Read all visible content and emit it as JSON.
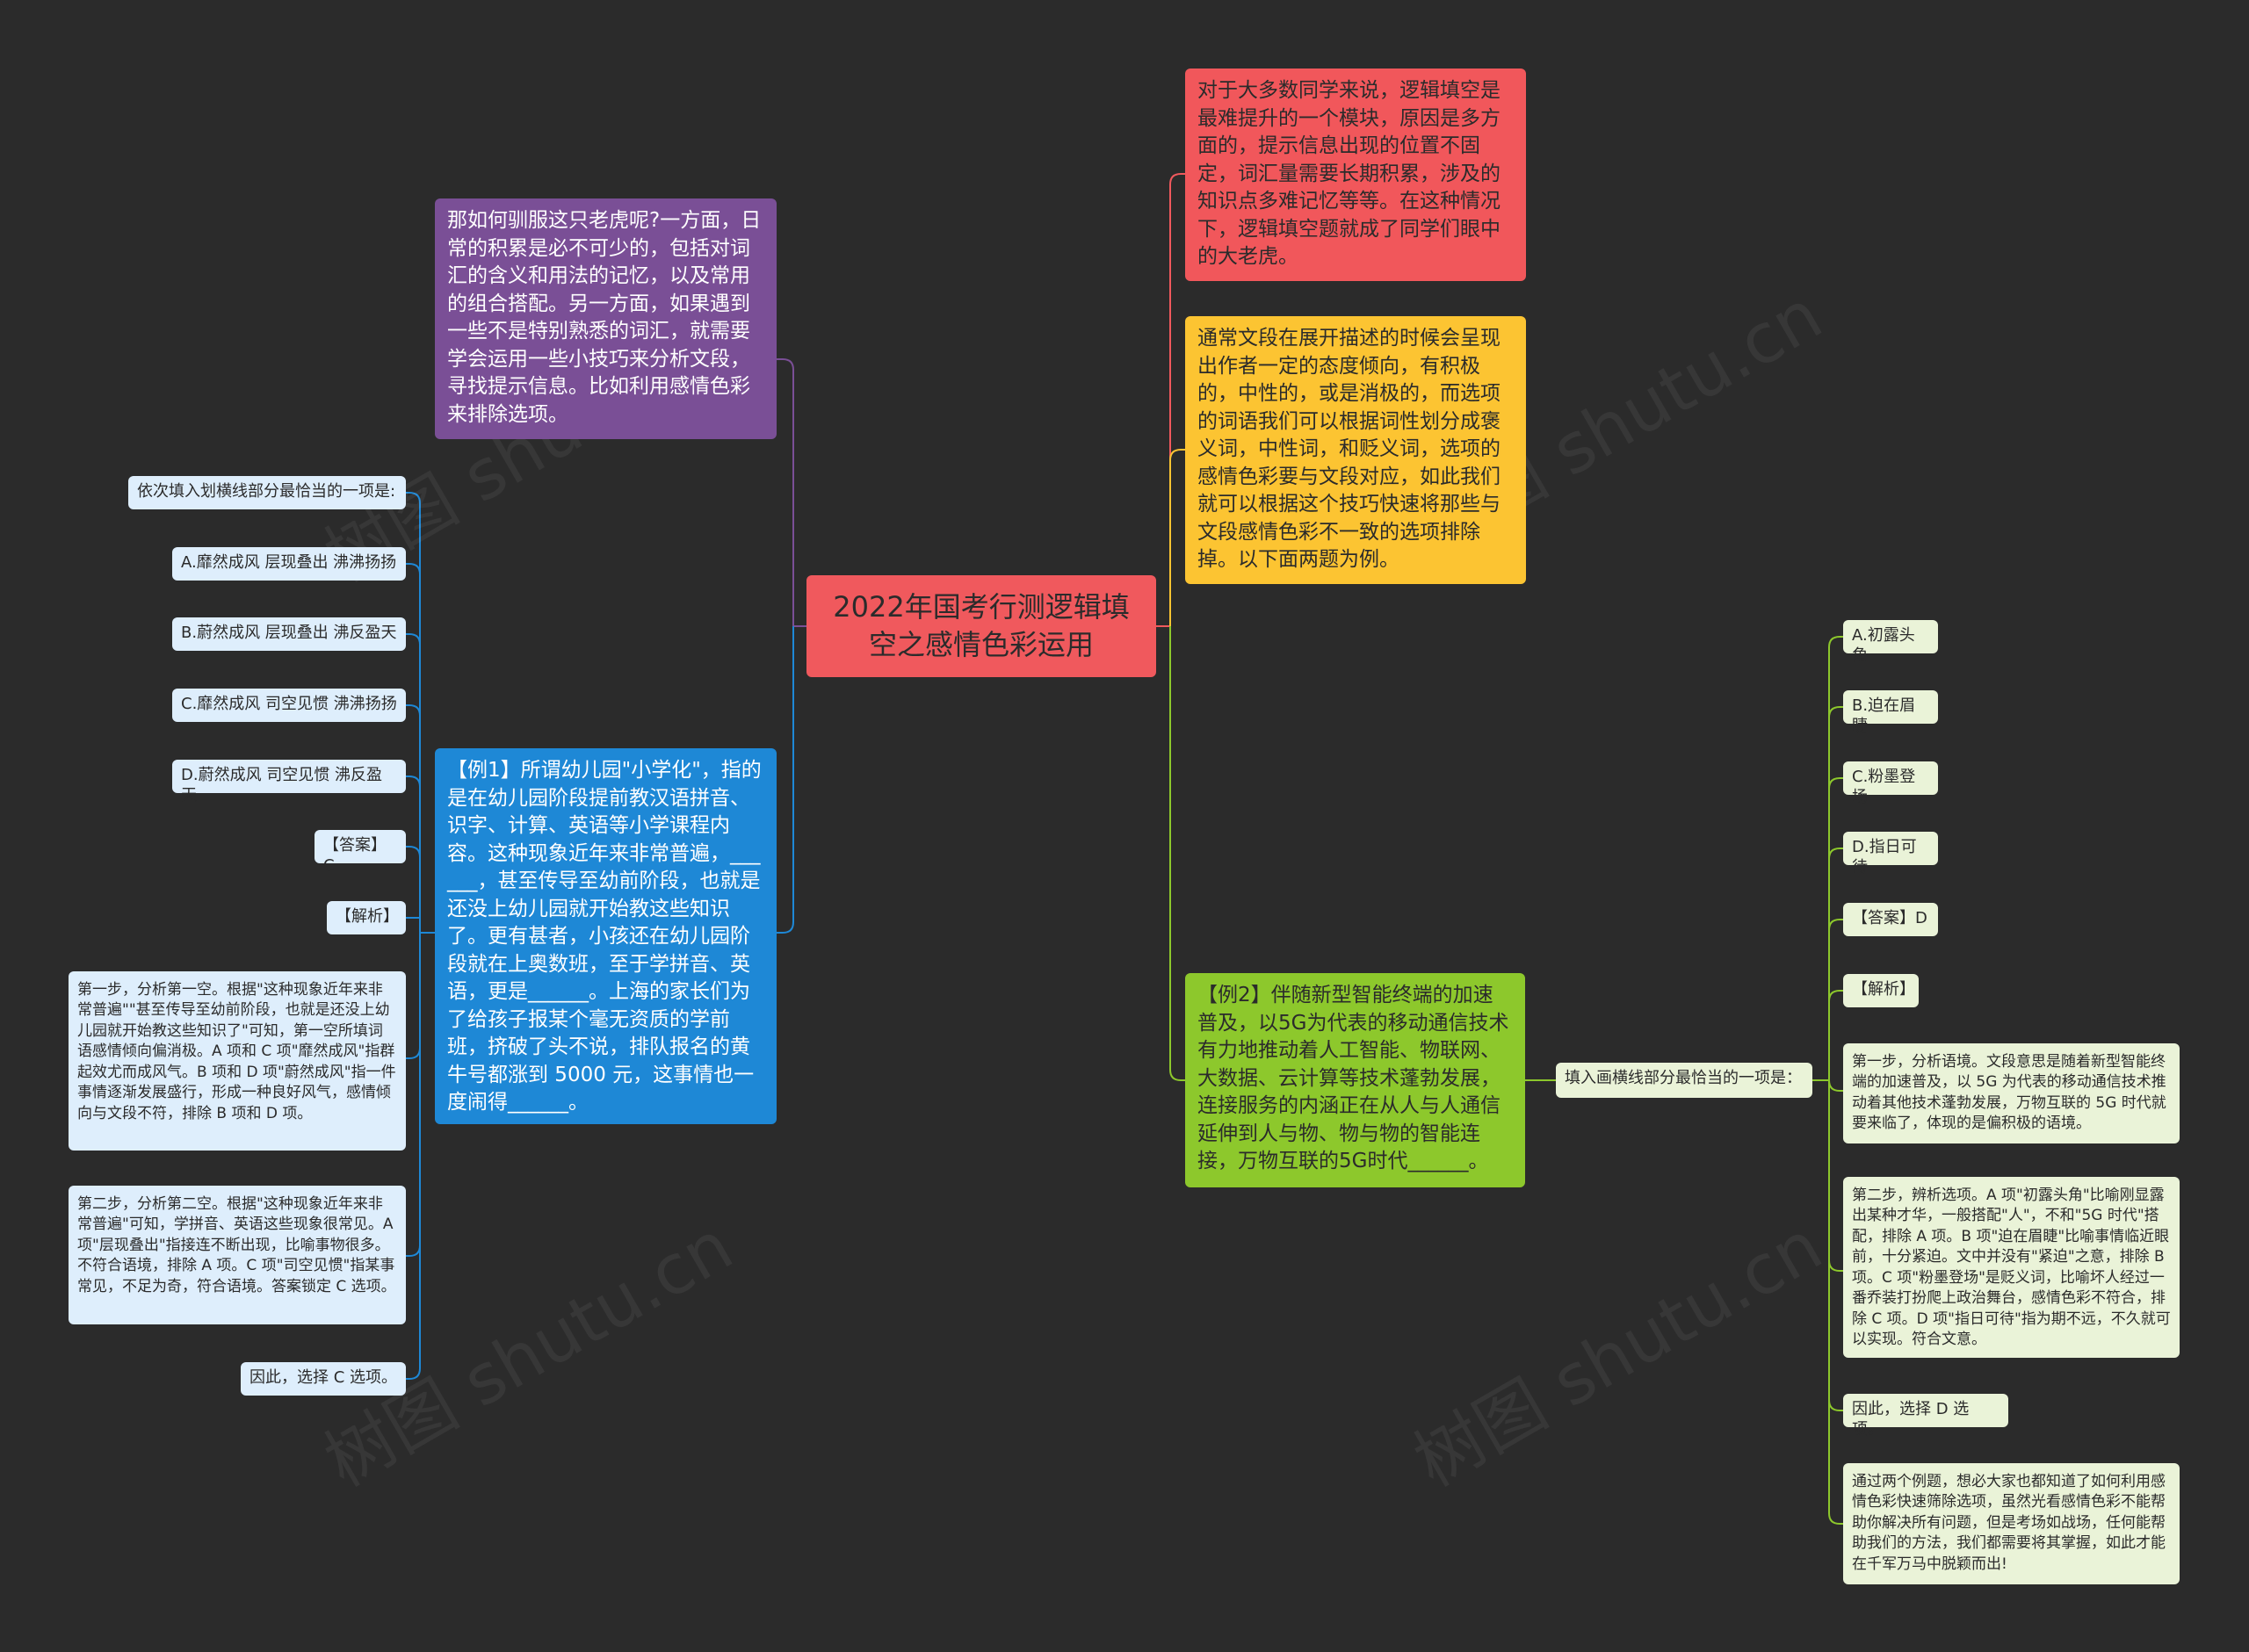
{
  "center": "2022年国考行测逻辑填空之感情色彩运用",
  "right": {
    "red": "对于大多数同学来说，逻辑填空是最难提升的一个模块，原因是多方面的，提示信息出现的位置不固定，词汇量需要长期积累，涉及的知识点多难记忆等等。在这种情况下，逻辑填空题就成了同学们眼中的大老虎。",
    "yellow": "通常文段在展开描述的时候会呈现出作者一定的态度倾向，有积极的，中性的，或是消极的，而选项的词语我们可以根据词性划分成褒义词，中性词，和贬义词，选项的感情色彩要与文段对应，如此我们就可以根据这个技巧快速将那些与文段感情色彩不一致的选项排除掉。以下面两题为例。",
    "green": "【例2】伴随新型智能终端的加速普及，以5G为代表的移动通信技术有力地推动着人工智能、物联网、大数据、云计算等技术蓬勃发展，连接服务的内涵正在从人与人通信延伸到人与物、物与物的智能连接，万物互联的5G时代______。",
    "mid": "填入画横线部分最恰当的一项是：",
    "leaves": [
      "A.初露头角",
      "B.迫在眉睫",
      "C.粉墨登场",
      "D.指日可待",
      "【答案】D",
      "【解析】",
      "第一步，分析语境。文段意思是随着新型智能终端的加速普及，以 5G 为代表的移动通信技术推动着其他技术蓬勃发展，万物互联的 5G 时代就要来临了，体现的是偏积极的语境。",
      "第二步，辨析选项。A 项\"初露头角\"比喻刚显露出某种才华，一般搭配\"人\"，不和\"5G 时代\"搭配，排除 A 项。B 项\"迫在眉睫\"比喻事情临近眼前，十分紧迫。文中并没有\"紧迫\"之意，排除 B 项。C 项\"粉墨登场\"是贬义词，比喻坏人经过一番乔装打扮爬上政治舞台，感情色彩不符合，排除 C 项。D 项\"指日可待\"指为期不远，不久就可以实现。符合文意。",
      "因此，选择 D 选项。",
      "通过两个例题，想必大家也都知道了如何利用感情色彩快速筛除选项，虽然光看感情色彩不能帮助你解决所有问题，但是考场如战场，任何能帮助我们的方法，我们都需要将其掌握，如此才能在千军万马中脱颖而出!"
    ]
  },
  "left": {
    "purple": "那如何驯服这只老虎呢?一方面，日常的积累是必不可少的，包括对词汇的含义和用法的记忆，以及常用的组合搭配。另一方面，如果遇到一些不是特别熟悉的词汇，就需要学会运用一些小技巧来分析文段，寻找提示信息。比如利用感情色彩来排除选项。",
    "blue": "【例1】所谓幼儿园\"小学化\"，指的是在幼儿园阶段提前教汉语拼音、识字、计算、英语等小学课程内容。这种现象近年来非常普遍，______，甚至传导至幼前阶段，也就是还没上幼儿园就开始教这些知识了。更有甚者，小孩还在幼儿园阶段就在上奥数班，至于学拼音、英语，更是______。上海的家长们为了给孩子报某个毫无资质的学前班，挤破了头不说，排队报名的黄牛号都涨到 5000 元，这事情也一度闹得______。",
    "leaves": [
      "依次填入划横线部分最恰当的一项是:",
      "A.靡然成风 层现叠出 沸沸扬扬",
      "B.蔚然成风 层现叠出 沸反盈天",
      "C.靡然成风 司空见惯 沸沸扬扬",
      "D.蔚然成风 司空见惯 沸反盈天",
      "【答案】C",
      "【解析】",
      "第一步，分析第一空。根据\"这种现象近年来非常普遍\"\"甚至传导至幼前阶段，也就是还没上幼儿园就开始教这些知识了\"可知，第一空所填词语感情倾向偏消极。A 项和 C 项\"靡然成风\"指群起效尤而成风气。B 项和 D 项\"蔚然成风\"指一件事情逐渐发展盛行，形成一种良好风气，感情倾向与文段不符，排除 B 项和 D 项。",
      "第二步，分析第二空。根据\"这种现象近年来非常普遍\"可知，学拼音、英语这些现象很常见。A 项\"层现叠出\"指接连不断出现，比喻事物很多。不符合语境，排除 A 项。C 项\"司空见惯\"指某事常见，不足为奇，符合语境。答案锁定 C 选项。",
      "因此，选择 C 选项。"
    ]
  },
  "watermark": "树图 shutu.cn",
  "colors": {
    "background": "#2b2b2b",
    "center": "#f0595d",
    "red": "#f1575b",
    "yellow": "#fcc432",
    "green": "#8dc82c",
    "purple": "#7a4f96",
    "blue": "#1e88d6",
    "leaf_green": "#eaf3d8",
    "leaf_blue": "#deeefc"
  }
}
